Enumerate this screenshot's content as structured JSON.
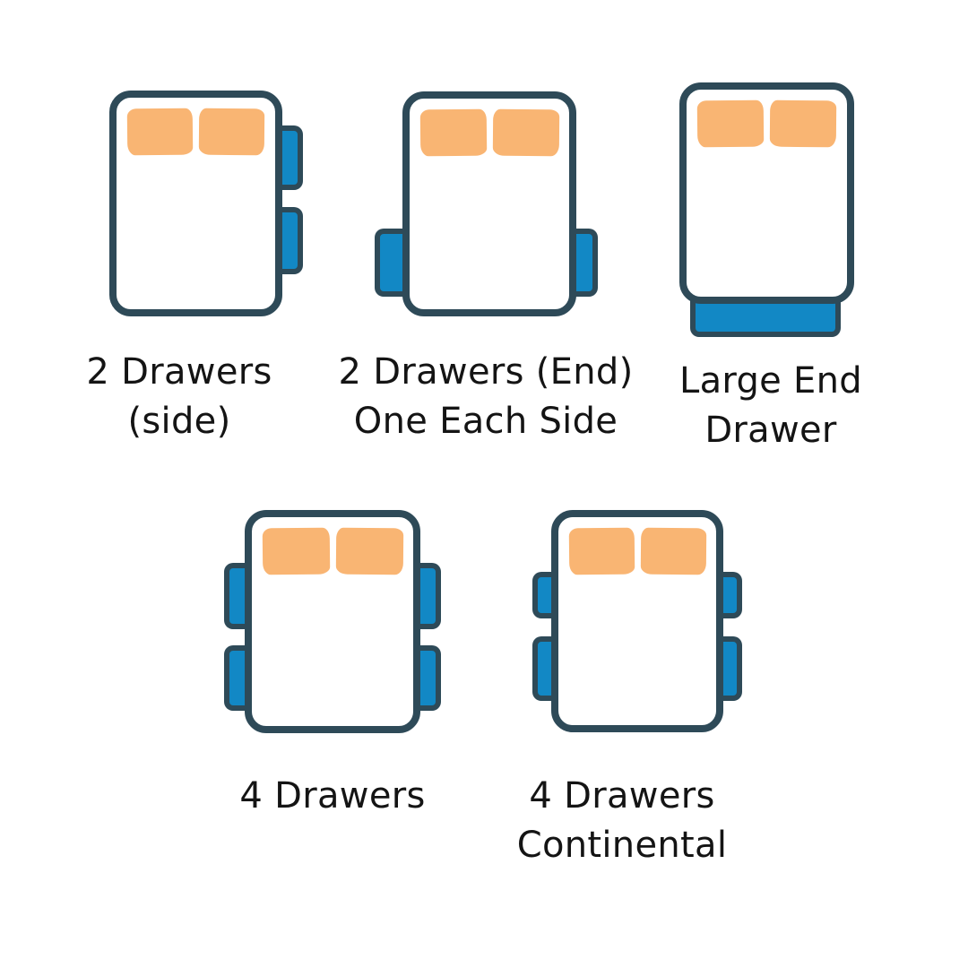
{
  "colors": {
    "background": "#ffffff",
    "outline": "#2E4A58",
    "drawer_fill": "#1288C5",
    "pillow_fill": "#F9B573",
    "label_text": "#141414"
  },
  "beds": [
    {
      "name": "2-drawers-side",
      "label_lines": [
        "2 Drawers",
        "(side)"
      ],
      "drawer_count": 2,
      "drawer_positions": [
        "right-top",
        "right-bottom"
      ]
    },
    {
      "name": "2-drawers-end-one-each-side",
      "label_lines": [
        "2 Drawers (End)",
        "One Each Side"
      ],
      "drawer_count": 2,
      "drawer_positions": [
        "left-end",
        "right-end"
      ]
    },
    {
      "name": "large-end-drawer",
      "label_lines": [
        "Large End",
        "Drawer"
      ],
      "drawer_count": 1,
      "drawer_positions": [
        "foot-end"
      ]
    },
    {
      "name": "4-drawers",
      "label_lines": [
        "4 Drawers"
      ],
      "drawer_count": 4,
      "drawer_positions": [
        "left-top",
        "left-bottom",
        "right-top",
        "right-bottom"
      ]
    },
    {
      "name": "4-drawers-continental",
      "label_lines": [
        "4 Drawers",
        "Continental"
      ],
      "drawer_count": 4,
      "drawer_positions": [
        "left-top-small",
        "left-bottom",
        "right-top-small",
        "right-bottom"
      ]
    }
  ]
}
